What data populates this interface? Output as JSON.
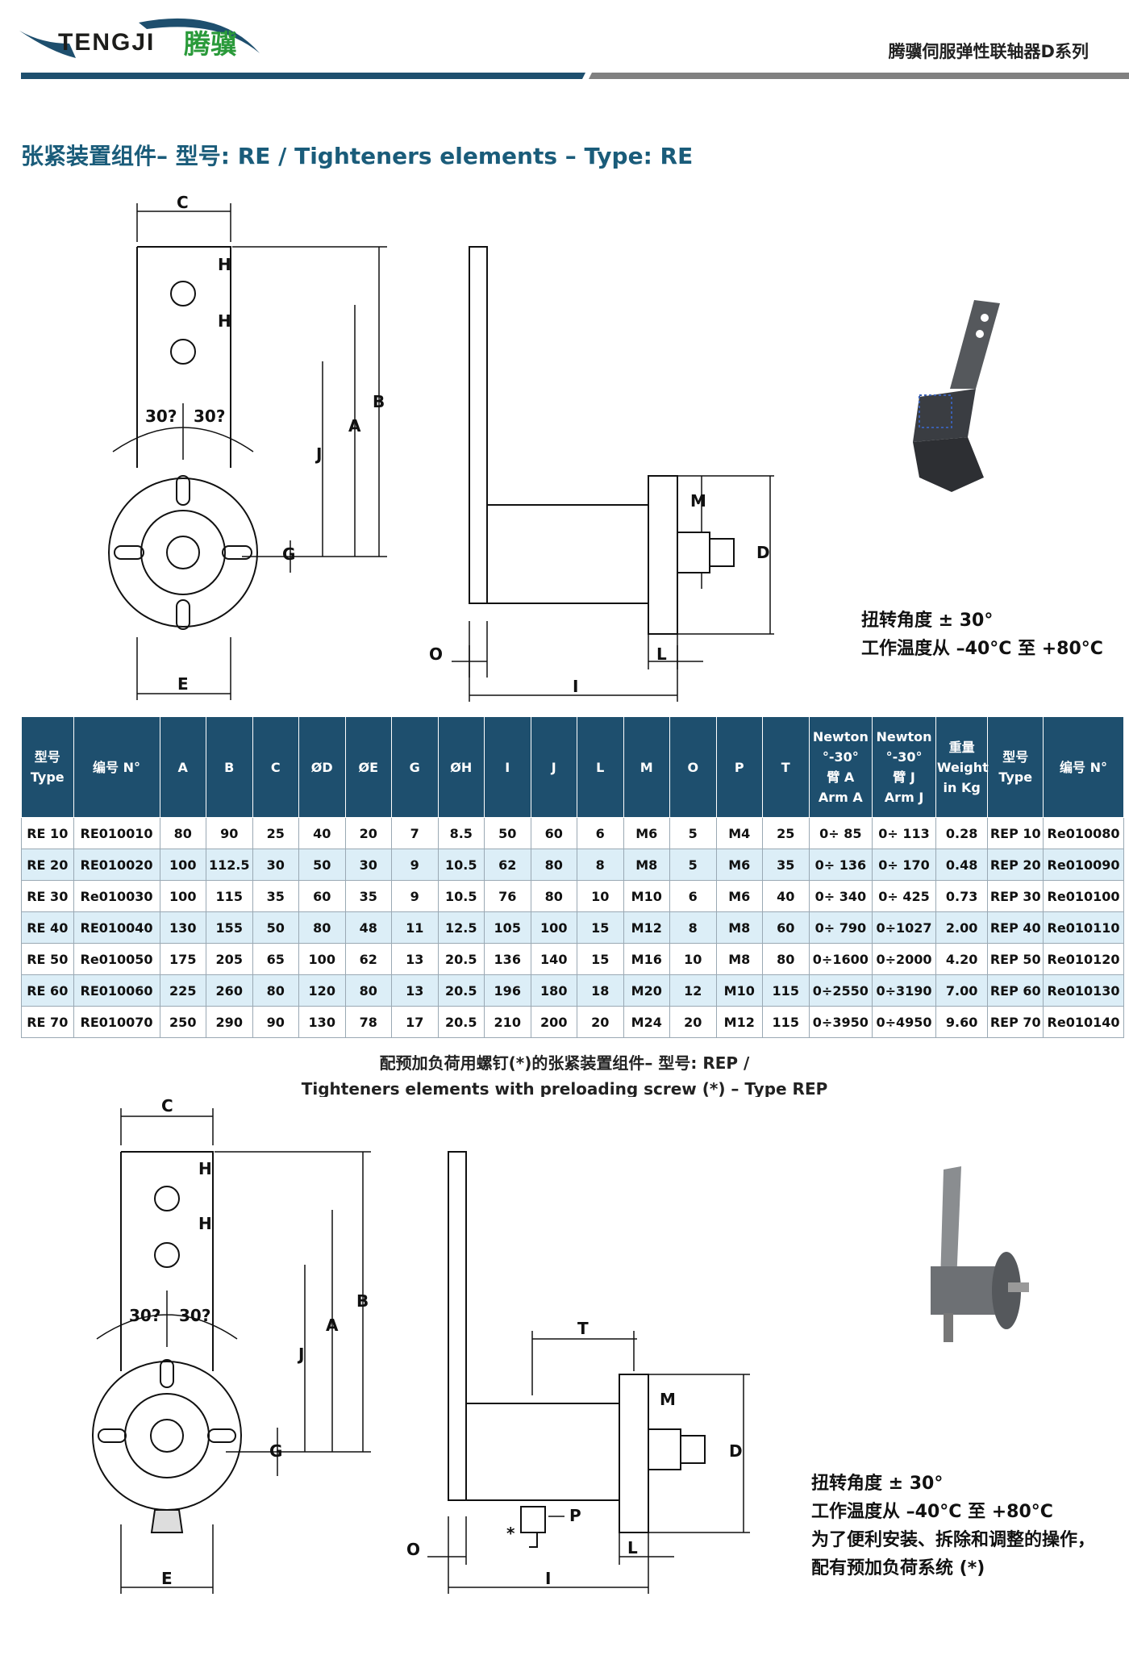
{
  "header": {
    "brand_en": "TENGJI",
    "brand_cn": "腾骥",
    "series": "腾骥伺服弹性联轴器D系列",
    "colors": {
      "bar_dark": "#1e4f6e",
      "bar_grey": "#808080",
      "brand_green": "#2a9a3a"
    }
  },
  "title": "张紧装置组件– 型号: RE / Tighteners elements – Type: RE",
  "drawing1": {
    "dims": {
      "C": "C",
      "H1": "H",
      "H2": "H",
      "B": "B",
      "A": "A",
      "J": "J",
      "G": "G",
      "E": "E",
      "a1": "30?",
      "a2": "30?",
      "M": "M",
      "D": "D",
      "O": "O",
      "L": "L",
      "I": "I"
    }
  },
  "notes1": [
    "扭转角度 ± 30°",
    "工作温度从 –40°C 至 +80°C"
  ],
  "table": {
    "headers": [
      [
        "型号",
        "Type"
      ],
      [
        "编号 N°"
      ],
      [
        "A"
      ],
      [
        "B"
      ],
      [
        "C"
      ],
      [
        "ØD"
      ],
      [
        "ØE"
      ],
      [
        "G"
      ],
      [
        "ØH"
      ],
      [
        "I"
      ],
      [
        "J"
      ],
      [
        "L"
      ],
      [
        "M"
      ],
      [
        "O"
      ],
      [
        "P"
      ],
      [
        "T"
      ],
      [
        "Newton",
        "°-30°",
        "臂 A",
        "Arm A"
      ],
      [
        "Newton",
        "°-30°",
        "臂 J",
        "Arm J"
      ],
      [
        "重量",
        "Weight",
        "in Kg"
      ],
      [
        "型号",
        "Type"
      ],
      [
        "编号 N°"
      ]
    ],
    "rows": [
      [
        "RE 10",
        "RE010010",
        "80",
        "90",
        "25",
        "40",
        "20",
        "7",
        "8.5",
        "50",
        "60",
        "6",
        "M6",
        "5",
        "M4",
        "25",
        "0÷ 85",
        "0÷ 113",
        "0.28",
        "REP 10",
        "Re010080"
      ],
      [
        "RE 20",
        "RE010020",
        "100",
        "112.5",
        "30",
        "50",
        "30",
        "9",
        "10.5",
        "62",
        "80",
        "8",
        "M8",
        "5",
        "M6",
        "35",
        "0÷ 136",
        "0÷ 170",
        "0.48",
        "REP 20",
        "Re010090"
      ],
      [
        "RE 30",
        "Re010030",
        "100",
        "115",
        "35",
        "60",
        "35",
        "9",
        "10.5",
        "76",
        "80",
        "10",
        "M10",
        "6",
        "M6",
        "40",
        "0÷ 340",
        "0÷ 425",
        "0.73",
        "REP 30",
        "Re010100"
      ],
      [
        "RE 40",
        "RE010040",
        "130",
        "155",
        "50",
        "80",
        "48",
        "11",
        "12.5",
        "105",
        "100",
        "15",
        "M12",
        "8",
        "M8",
        "60",
        "0÷ 790",
        "0÷1027",
        "2.00",
        "REP 40",
        "Re010110"
      ],
      [
        "RE 50",
        "Re010050",
        "175",
        "205",
        "65",
        "100",
        "62",
        "13",
        "20.5",
        "136",
        "140",
        "15",
        "M16",
        "10",
        "M8",
        "80",
        "0÷1600",
        "0÷2000",
        "4.20",
        "REP 50",
        "Re010120"
      ],
      [
        "RE 60",
        "RE010060",
        "225",
        "260",
        "80",
        "120",
        "80",
        "13",
        "20.5",
        "196",
        "180",
        "18",
        "M20",
        "12",
        "M10",
        "115",
        "0÷2550",
        "0÷3190",
        "7.00",
        "REP 60",
        "Re010130"
      ],
      [
        "RE 70",
        "RE010070",
        "250",
        "290",
        "90",
        "130",
        "78",
        "17",
        "20.5",
        "210",
        "200",
        "20",
        "M24",
        "20",
        "M12",
        "115",
        "0÷3950",
        "0÷4950",
        "9.60",
        "REP 70",
        "Re010140"
      ]
    ]
  },
  "subtitle1": "配预加负荷用螺钉(*)的张紧装置组件– 型号: REP /",
  "subtitle2": "Tighteners elements with preloading screw (*) – Type REP",
  "drawing2": {
    "dims": {
      "C": "C",
      "H1": "H",
      "H2": "H",
      "B": "B",
      "A": "A",
      "J": "J",
      "G": "G",
      "E": "E",
      "a1": "30?",
      "a2": "30?",
      "T": "T",
      "M": "M",
      "D": "D",
      "P": "P",
      "star": "*",
      "O": "O",
      "L": "L",
      "I": "I"
    }
  },
  "notes2": [
    "扭转角度 ± 30°",
    "工作温度从 –40°C 至 +80°C",
    "为了便利安装、拆除和调整的操作，",
    "配有预加负荷系统 (*)"
  ]
}
